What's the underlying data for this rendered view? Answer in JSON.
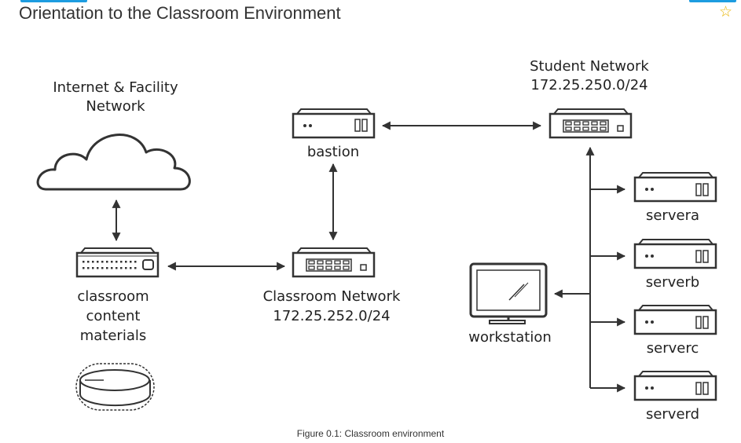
{
  "page": {
    "title": "Orientation to the Classroom Environment",
    "bookmark_icon": "star-icon",
    "bookmark_glyph": "☆"
  },
  "diagram": {
    "internet": {
      "line1": "Internet & Facility",
      "line2": "Network"
    },
    "content": {
      "line1": "classroom",
      "line2": "content",
      "line3": "materials"
    },
    "bastion": "bastion",
    "classroom_network": {
      "line1": "Classroom Network",
      "line2": "172.25.252.0/24"
    },
    "student_network": {
      "line1": "Student Network",
      "line2": "172.25.250.0/24"
    },
    "workstation": "workstation",
    "servers": [
      "servera",
      "serverb",
      "serverc",
      "serverd"
    ],
    "caption": "Figure 0.1: Classroom environment"
  },
  "colors": {
    "stroke": "#333333",
    "accent": "#1d9ce0",
    "star": "#e8b400"
  }
}
